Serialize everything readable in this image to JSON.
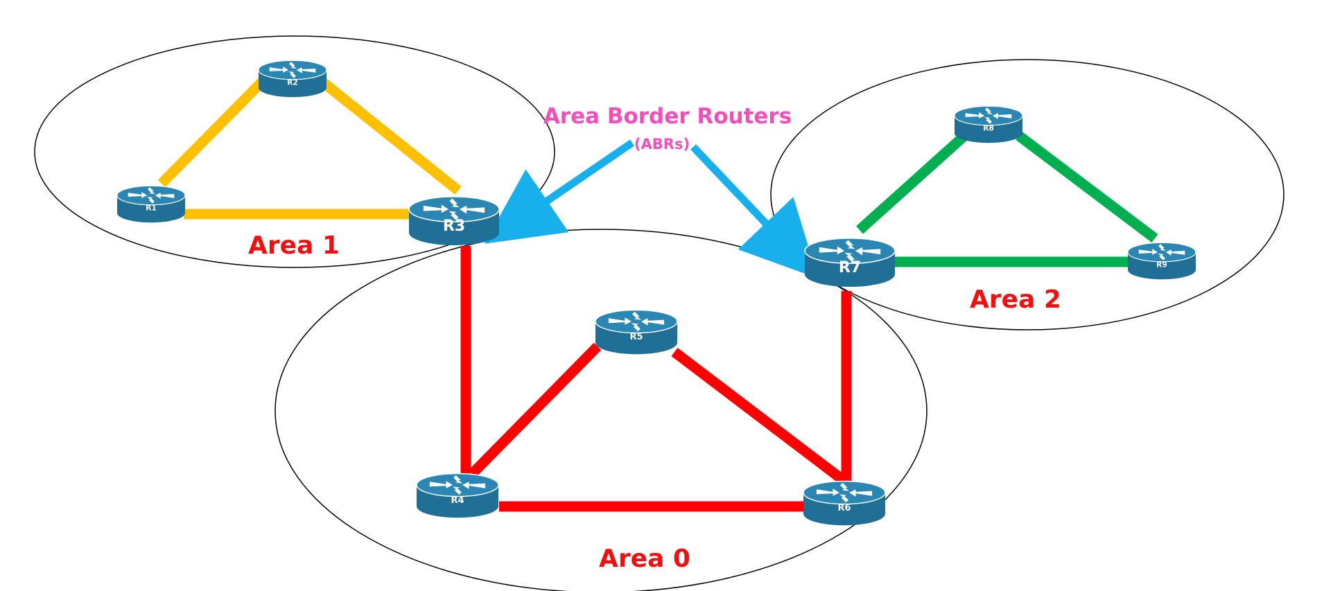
{
  "areas": [
    {
      "id": "area1",
      "label": "Area 1",
      "color": "#f01010"
    },
    {
      "id": "area0",
      "label": "Area 0",
      "color": "#f01010"
    },
    {
      "id": "area2",
      "label": "Area 2",
      "color": "#f01010"
    }
  ],
  "annotation": {
    "title": "Area Border Routers",
    "subtitle": "(ABRs)",
    "color": "#f050b8",
    "arrow_color": "#18b0ec"
  },
  "routers": [
    {
      "id": "R1",
      "label": "R1"
    },
    {
      "id": "R2",
      "label": "R2"
    },
    {
      "id": "R3",
      "label": "R3"
    },
    {
      "id": "R4",
      "label": "R4"
    },
    {
      "id": "R5",
      "label": "R5"
    },
    {
      "id": "R6",
      "label": "R6"
    },
    {
      "id": "R7",
      "label": "R7"
    },
    {
      "id": "R8",
      "label": "R8"
    },
    {
      "id": "R9",
      "label": "R9"
    }
  ],
  "links": [
    {
      "from": "R1",
      "to": "R2",
      "area": "Area 1",
      "color": "#ffc000"
    },
    {
      "from": "R2",
      "to": "R3",
      "area": "Area 1",
      "color": "#ffc000"
    },
    {
      "from": "R1",
      "to": "R3",
      "area": "Area 1",
      "color": "#ffc000"
    },
    {
      "from": "R3",
      "to": "R4",
      "area": "Area 0",
      "color": "#ff0000"
    },
    {
      "from": "R4",
      "to": "R5",
      "area": "Area 0",
      "color": "#ff0000"
    },
    {
      "from": "R5",
      "to": "R6",
      "area": "Area 0",
      "color": "#ff0000"
    },
    {
      "from": "R4",
      "to": "R6",
      "area": "Area 0",
      "color": "#ff0000"
    },
    {
      "from": "R6",
      "to": "R7",
      "area": "Area 0",
      "color": "#ff0000"
    },
    {
      "from": "R7",
      "to": "R8",
      "area": "Area 2",
      "color": "#00b050"
    },
    {
      "from": "R8",
      "to": "R9",
      "area": "Area 2",
      "color": "#00b050"
    },
    {
      "from": "R7",
      "to": "R9",
      "area": "Area 2",
      "color": "#00b050"
    }
  ],
  "colors": {
    "router_body": "#1f6f96",
    "router_top": "#2a86b3",
    "area_outline": "#000000"
  }
}
